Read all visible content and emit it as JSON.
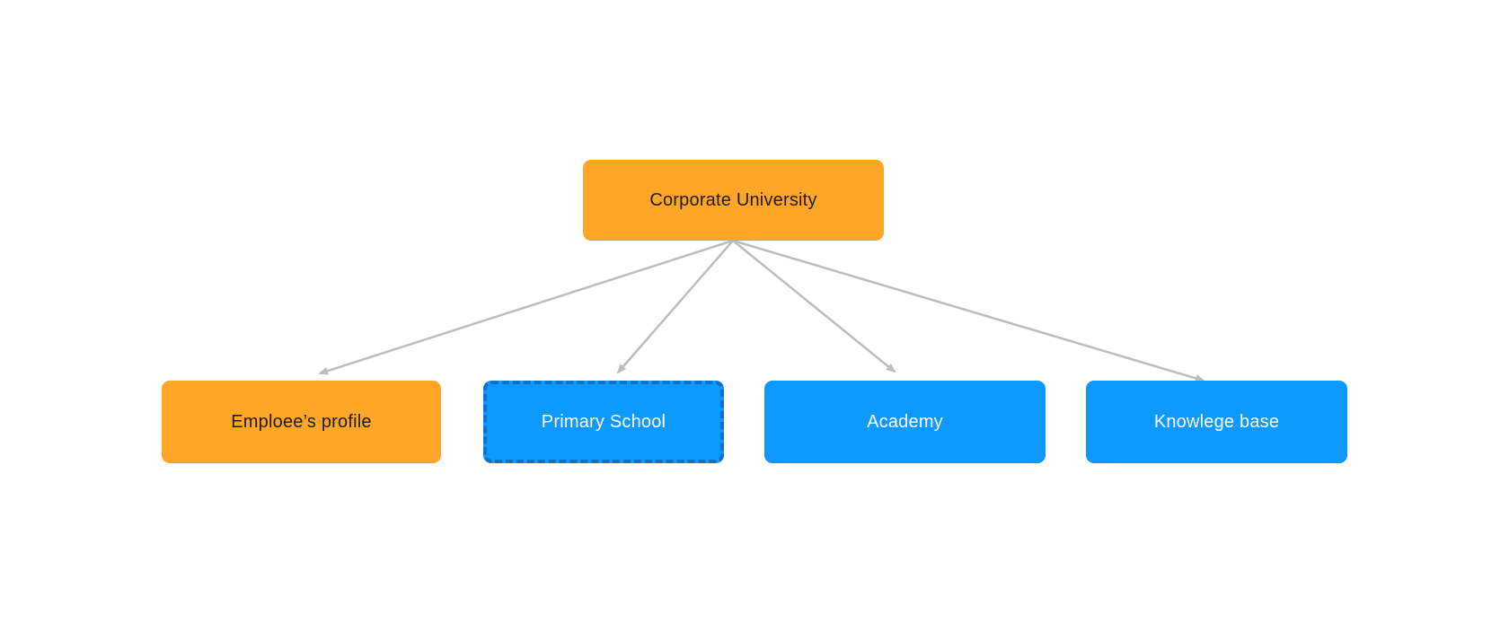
{
  "diagram": {
    "background_color": "#FFFFFF",
    "connector_color": "#BDBDBD",
    "root": {
      "label": "Corporate University",
      "fill": "#FFA629",
      "text_color": "#1E1E1E",
      "shape": "rounded-rectangle"
    },
    "children": [
      {
        "label": "Emploee’s profile",
        "fill": "#FFA629",
        "text_color": "#1E1E1E",
        "border": "none"
      },
      {
        "label": "Primary School",
        "fill": "#0D99FF",
        "text_color": "#FFFFFF",
        "border": "dashed",
        "border_color": "#0B72C4"
      },
      {
        "label": "Academy",
        "fill": "#0D99FF",
        "text_color": "#FFFFFF",
        "border": "none"
      },
      {
        "label": "Knowlege base",
        "fill": "#0D99FF",
        "text_color": "#FFFFFF",
        "border": "none"
      }
    ],
    "connectors": [
      {
        "from": "Corporate University",
        "to": "Emploee’s profile"
      },
      {
        "from": "Corporate University",
        "to": "Primary School"
      },
      {
        "from": "Corporate University",
        "to": "Academy"
      },
      {
        "from": "Corporate University",
        "to": "Knowlege base"
      }
    ]
  }
}
